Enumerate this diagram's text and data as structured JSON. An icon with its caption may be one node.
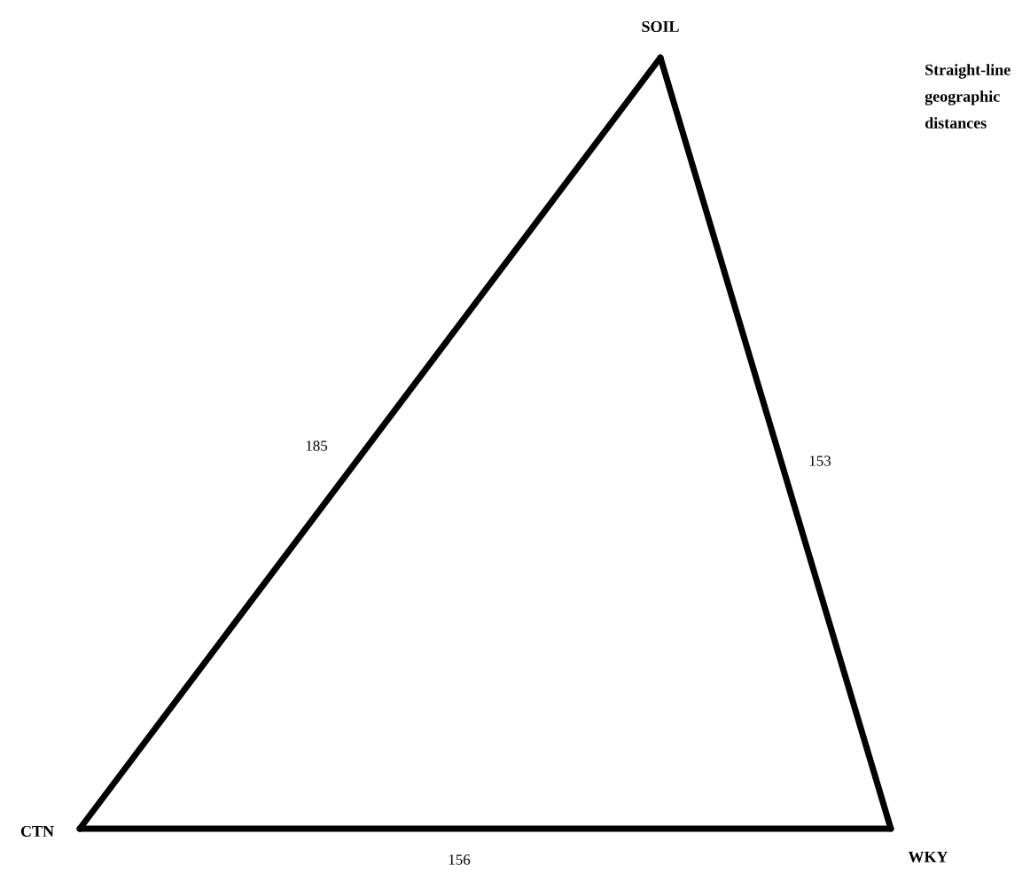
{
  "diagram": {
    "title": "Straight-line geographic distances",
    "nodes": [
      {
        "text": [
          "SOIL"
        ]
      },
      {
        "text": [
          "CTN"
        ]
      },
      {
        "text": [
          "WKY"
        ]
      }
    ],
    "edges": [
      {
        "from": 1,
        "to": 0,
        "arrow": "none",
        "label": "185"
      },
      {
        "from": 0,
        "to": 2,
        "arrow": "none",
        "label": "153"
      },
      {
        "from": 1,
        "to": 2,
        "arrow": "none",
        "label": "156"
      }
    ]
  }
}
